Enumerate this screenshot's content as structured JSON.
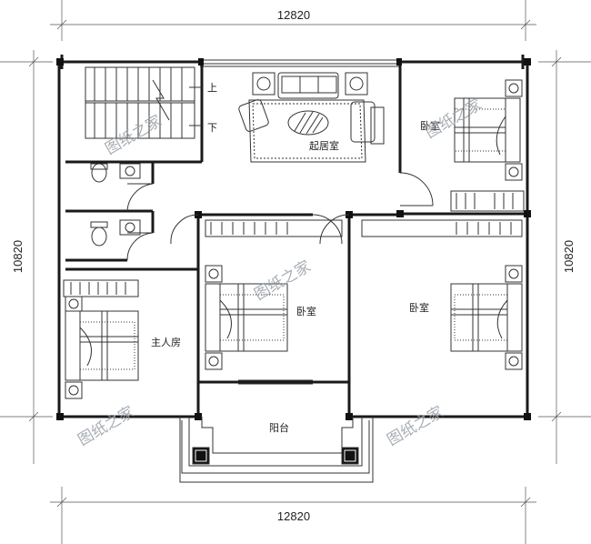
{
  "dimensions": {
    "top": "12820",
    "bottom": "12820",
    "left": "10820",
    "right": "10820"
  },
  "rooms": {
    "living_room": "起居室",
    "bedroom_ne": "卧室",
    "bedroom_center": "卧室",
    "bedroom_east": "卧室",
    "master_bedroom": "主人房",
    "balcony": "阳台"
  },
  "stairs": {
    "up": "上",
    "down": "下"
  },
  "watermark": "图纸之家"
}
